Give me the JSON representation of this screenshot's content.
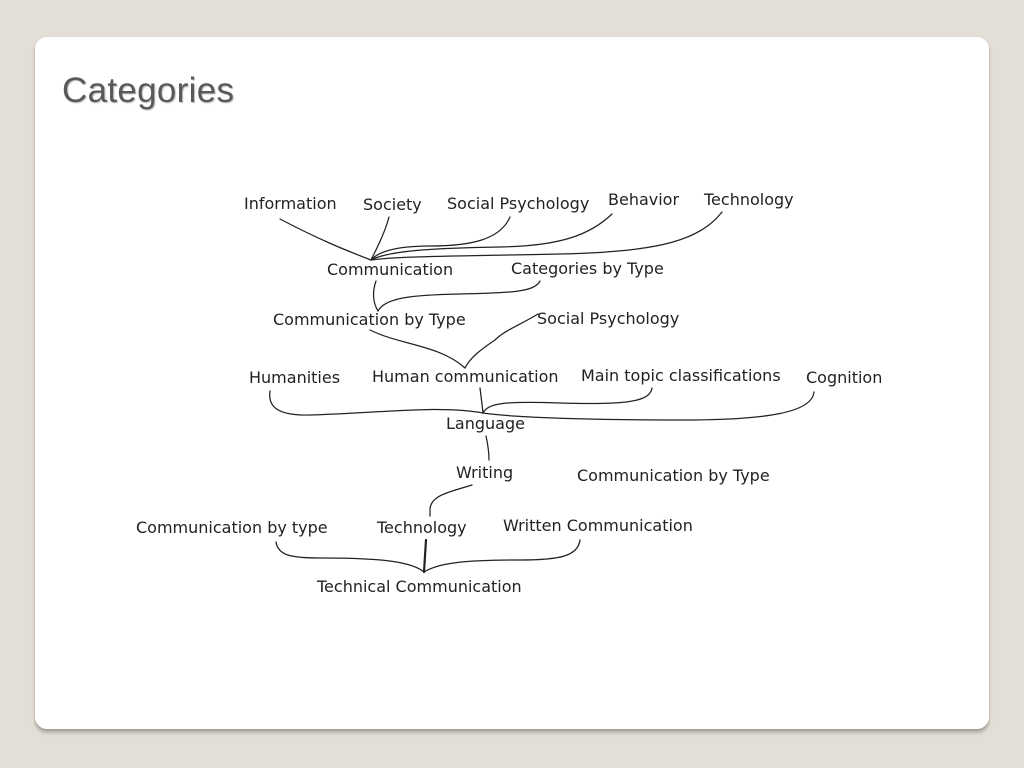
{
  "slide": {
    "title": "Categories"
  },
  "diagram": {
    "nodes": {
      "information": "Information",
      "society": "Society",
      "social_psychology_top": "Social Psychology",
      "behavior": "Behavior",
      "technology_top": "Technology",
      "communication": "Communication",
      "categories_by_type": "Categories by Type",
      "communication_by_type_1": "Communication by Type",
      "social_psychology_mid": "Social Psychology",
      "humanities": "Humanities",
      "human_communication": "Human communication",
      "main_topic_classifications": "Main topic classifications",
      "cognition": "Cognition",
      "language": "Language",
      "writing": "Writing",
      "communication_by_type_2": "Communication by Type",
      "communication_by_type_lower": "Communication by type",
      "technology_bottom": "Technology",
      "written_communication": "Written Communication",
      "technical_communication": "Technical Communication"
    }
  }
}
